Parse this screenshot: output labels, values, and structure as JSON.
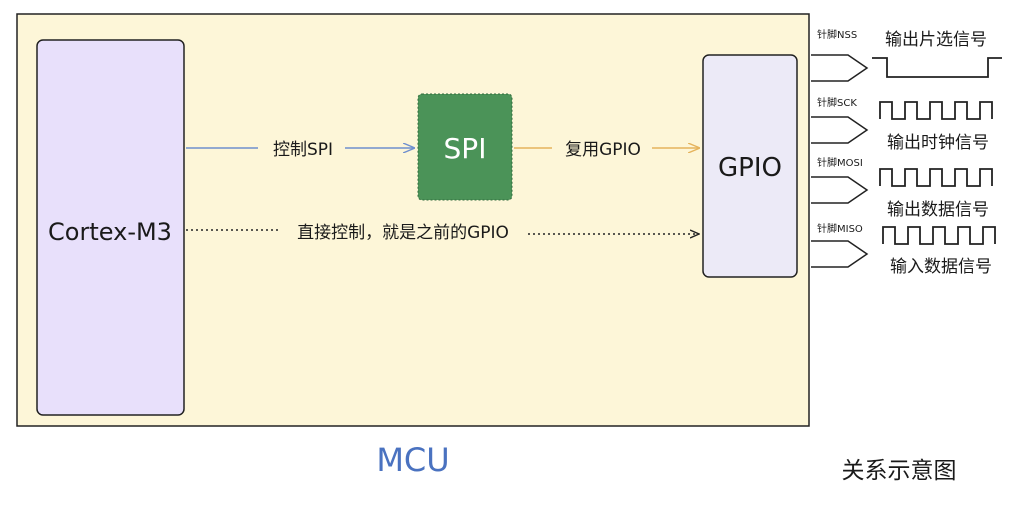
{
  "mcu": {
    "label": "MCU",
    "label_color": "#4a72c0",
    "fill": "#fdf6d8",
    "border": "#222222"
  },
  "cortex": {
    "label": "Cortex-M3",
    "fill": "#e8e0fb"
  },
  "spi": {
    "label": "SPI",
    "fill": "#4b9358"
  },
  "gpio": {
    "label": "GPIO",
    "fill": "#eceaf7"
  },
  "arrows": {
    "cortex_to_spi": {
      "label": "控制SPI",
      "color": "#6f8fce"
    },
    "spi_to_gpio": {
      "label": "复用GPIO",
      "color": "#e5b35c"
    },
    "cortex_to_gpio": {
      "label": "直接控制，就是之前的GPIO",
      "color": "#222222"
    }
  },
  "pins": [
    {
      "pin_label": "针脚NSS",
      "signal_label": "输出片选信号",
      "waveform": "chip-select"
    },
    {
      "pin_label": "针脚SCK",
      "signal_label": "输出时钟信号",
      "waveform": "clock"
    },
    {
      "pin_label": "针脚MOSI",
      "signal_label": "输出数据信号",
      "waveform": "clock"
    },
    {
      "pin_label": "针脚MISO",
      "signal_label": "输入数据信号",
      "waveform": "clock"
    }
  ],
  "caption": "关系示意图"
}
